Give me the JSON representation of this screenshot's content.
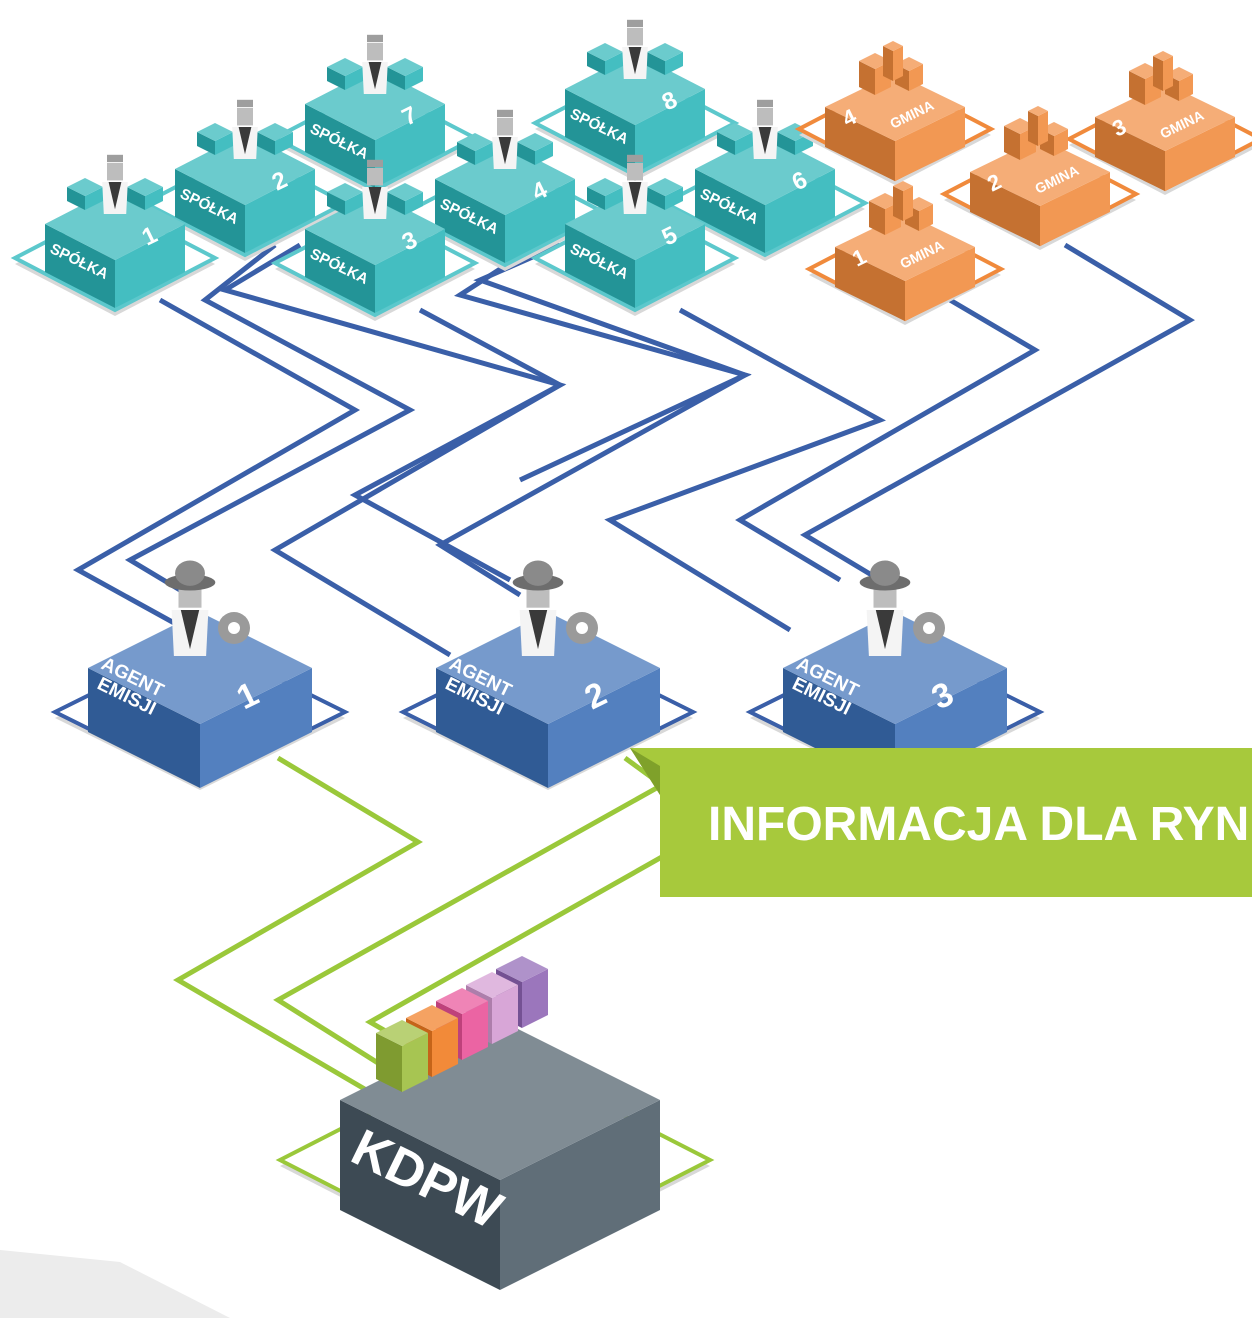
{
  "companies": [
    {
      "label": "SPÓŁKA",
      "number": "1"
    },
    {
      "label": "SPÓŁKA",
      "number": "2"
    },
    {
      "label": "SPÓŁKA",
      "number": "3"
    },
    {
      "label": "SPÓŁKA",
      "number": "4"
    },
    {
      "label": "SPÓŁKA",
      "number": "5"
    },
    {
      "label": "SPÓŁKA",
      "number": "6"
    },
    {
      "label": "SPÓŁKA",
      "number": "7"
    },
    {
      "label": "SPÓŁKA",
      "number": "8"
    }
  ],
  "municipalities": [
    {
      "label": "GMINA",
      "number": "1"
    },
    {
      "label": "GMINA",
      "number": "2"
    },
    {
      "label": "GMINA",
      "number": "3"
    },
    {
      "label": "GMINA",
      "number": "4"
    }
  ],
  "agents": [
    {
      "line1": "AGENT",
      "line2": "EMISJI",
      "number": "1"
    },
    {
      "line1": "AGENT",
      "line2": "EMISJI",
      "number": "2"
    },
    {
      "line1": "AGENT",
      "line2": "EMISJI",
      "number": "3"
    }
  ],
  "kdpw": {
    "label": "KDPW"
  },
  "banner": {
    "text": "INFORMACJA DLA RYN"
  },
  "colors": {
    "company": "#2bb5b8",
    "municipality": "#f08a3c",
    "agent": "#3b6fb6",
    "kdpw": "#4a5a66",
    "line_blue": "#3a5fa8",
    "line_green": "#9ac83a",
    "banner": "#9ac83a"
  }
}
